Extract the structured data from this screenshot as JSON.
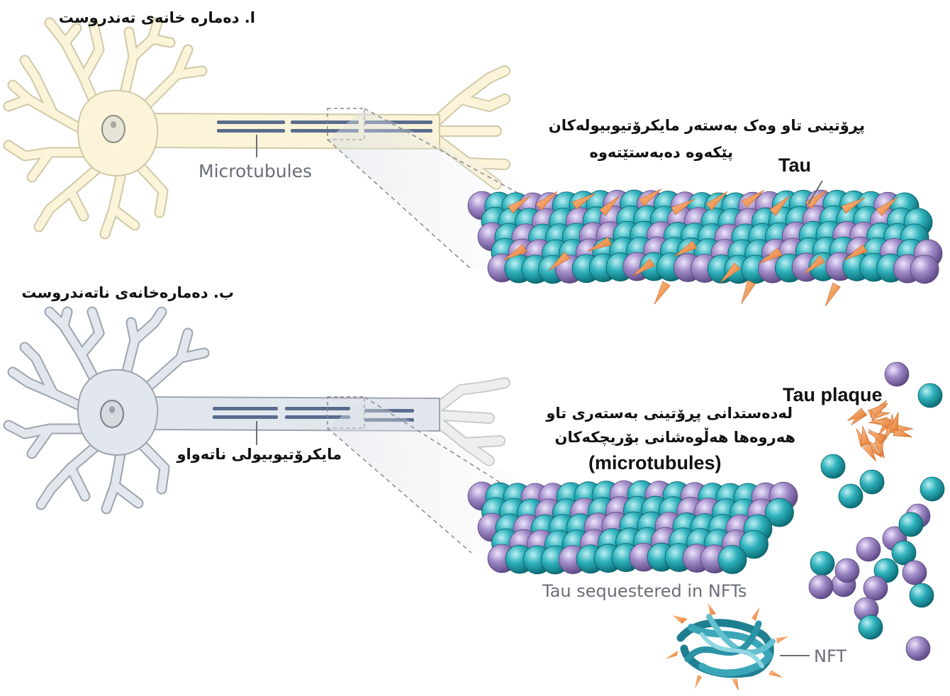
{
  "panel_a": {
    "title": "ا. دەمارە خانەی تەندروست",
    "microtubules_label": "Microtubules",
    "caption_line1": "پڕۆتینی تاو وەک بەستەر مایکرۆتیوبیولەکان",
    "caption_line2": "پێکەوە دەبەستێتەوە",
    "tau_label": "Tau"
  },
  "panel_b": {
    "title": "ب. دەمارەخانەی ناتەندروست",
    "microtubules_label": "مایکرۆتیوبیولی ناتەواو",
    "tau_plaque_label": "Tau plaque",
    "caption_line1": "لەدەستدانی پڕۆتینی بەستەری تاو",
    "caption_line2": "هەروەها هەڵوەشانی بۆریچکەکان",
    "caption_line3": "(microtubules)",
    "sequestered_label": "Tau sequestered in NFTs",
    "nft_label": "NFT"
  },
  "colors": {
    "healthy_cell": "#fbf4d8",
    "healthy_outline": "#cfc9a8",
    "diseased_cell": "#e2e7ee",
    "diseased_outline": "#9ea4ad",
    "tubule_bar": "#5a6c8e",
    "teal_subunit": "#2aa7b2",
    "purple_subunit": "#9a84bd",
    "tau_protein": "#f39a55"
  }
}
